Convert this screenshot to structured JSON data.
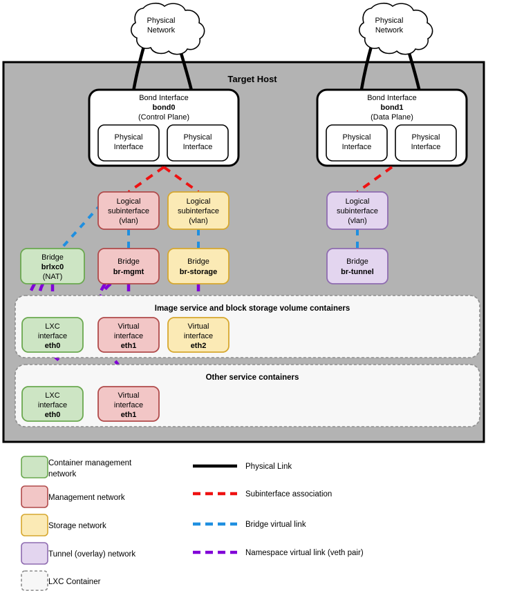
{
  "diagram": {
    "title": "Target Host",
    "host_box": {
      "fill": "#b3b3b3",
      "stroke": "#000000"
    }
  },
  "colors": {
    "container_mgmt_fill": "#cde5c4",
    "container_mgmt_stroke": "#6aa84f",
    "management_fill": "#f2c6c6",
    "management_stroke": "#b04a4a",
    "storage_fill": "#fbeab5",
    "storage_stroke": "#d6a72e",
    "tunnel_fill": "#e3d5ef",
    "tunnel_stroke": "#8e6bb0",
    "white_fill": "#ffffff",
    "white_stroke": "#000000",
    "lxc_container_fill": "#f7f7f7",
    "lxc_container_stroke": "#8c8c8c",
    "physical_link": "#000000",
    "subinterface_link": "#ee1111",
    "bridge_link": "#1f8fe0",
    "namespace_link": "#8000d7"
  },
  "clouds": [
    {
      "id": "cloud-left",
      "line1": "Physical",
      "line2": "Network"
    },
    {
      "id": "cloud-right",
      "line1": "Physical",
      "line2": "Network"
    }
  ],
  "bonds": [
    {
      "id": "bond0",
      "title": "Bond Interface",
      "name": "bond0",
      "role": "(Control Plane)",
      "ports": [
        {
          "line1": "Physical",
          "line2": "Interface"
        },
        {
          "line1": "Physical",
          "line2": "Interface"
        }
      ]
    },
    {
      "id": "bond1",
      "title": "Bond Interface",
      "name": "bond1",
      "role": "(Data Plane)",
      "ports": [
        {
          "line1": "Physical",
          "line2": "Interface"
        },
        {
          "line1": "Physical",
          "line2": "Interface"
        }
      ]
    }
  ],
  "subinterfaces": [
    {
      "id": "subif-mgmt",
      "line1": "Logical",
      "line2": "subinterface",
      "line3": "(vlan)",
      "network": "management"
    },
    {
      "id": "subif-storage",
      "line1": "Logical",
      "line2": "subinterface",
      "line3": "(vlan)",
      "network": "storage"
    },
    {
      "id": "subif-tunnel",
      "line1": "Logical",
      "line2": "subinterface",
      "line3": "(vlan)",
      "network": "tunnel"
    }
  ],
  "bridges": [
    {
      "id": "bridge-brlxc0",
      "line1": "Bridge",
      "name": "brlxc0",
      "line3": "(NAT)",
      "network": "container_mgmt"
    },
    {
      "id": "bridge-br-mgmt",
      "line1": "Bridge",
      "name": "br-mgmt",
      "line3": "",
      "network": "management"
    },
    {
      "id": "bridge-br-storage",
      "line1": "Bridge",
      "name": "br-storage",
      "line3": "",
      "network": "storage"
    },
    {
      "id": "bridge-br-tunnel",
      "line1": "Bridge",
      "name": "br-tunnel",
      "line3": "",
      "network": "tunnel"
    }
  ],
  "containers": [
    {
      "id": "container-image-block",
      "title": "Image service and block storage volume containers",
      "interfaces": [
        {
          "id": "iface-lxc-eth0-a",
          "line1": "LXC",
          "line2": "interface",
          "name": "eth0",
          "network": "container_mgmt"
        },
        {
          "id": "iface-virtual-eth1-a",
          "line1": "Virtual",
          "line2": "interface",
          "name": "eth1",
          "network": "management"
        },
        {
          "id": "iface-virtual-eth2-a",
          "line1": "Virtual",
          "line2": "interface",
          "name": "eth2",
          "network": "storage"
        }
      ]
    },
    {
      "id": "container-other-service",
      "title": "Other service containers",
      "interfaces": [
        {
          "id": "iface-lxc-eth0-b",
          "line1": "LXC",
          "line2": "interface",
          "name": "eth0",
          "network": "container_mgmt"
        },
        {
          "id": "iface-virtual-eth1-b",
          "line1": "Virtual",
          "line2": "interface",
          "name": "eth1",
          "network": "management"
        }
      ]
    }
  ],
  "legend": {
    "swatches": [
      {
        "id": "legend-container-mgmt",
        "label_line1": "Container management",
        "label_line2": "network",
        "network": "container_mgmt"
      },
      {
        "id": "legend-management",
        "label_line1": "Management network",
        "label_line2": "",
        "network": "management"
      },
      {
        "id": "legend-storage",
        "label_line1": "Storage network",
        "label_line2": "",
        "network": "storage"
      },
      {
        "id": "legend-tunnel",
        "label_line1": "Tunnel (overlay) network",
        "label_line2": "",
        "network": "tunnel"
      },
      {
        "id": "legend-lxc-container",
        "label_line1": "LXC Container",
        "label_line2": "",
        "network": "lxc"
      }
    ],
    "lines": [
      {
        "id": "legend-physical-link",
        "label": "Physical Link",
        "color": "#000000",
        "style": "solid"
      },
      {
        "id": "legend-subinterface-association",
        "label": "Subinterface association",
        "color": "#ee1111",
        "style": "dashed"
      },
      {
        "id": "legend-bridge-virtual-link",
        "label": "Bridge virtual link",
        "color": "#1f8fe0",
        "style": "dashed"
      },
      {
        "id": "legend-namespace-virtual-link",
        "label": "Namespace virtual link (veth pair)",
        "color": "#8000d7",
        "style": "dashed"
      }
    ]
  }
}
